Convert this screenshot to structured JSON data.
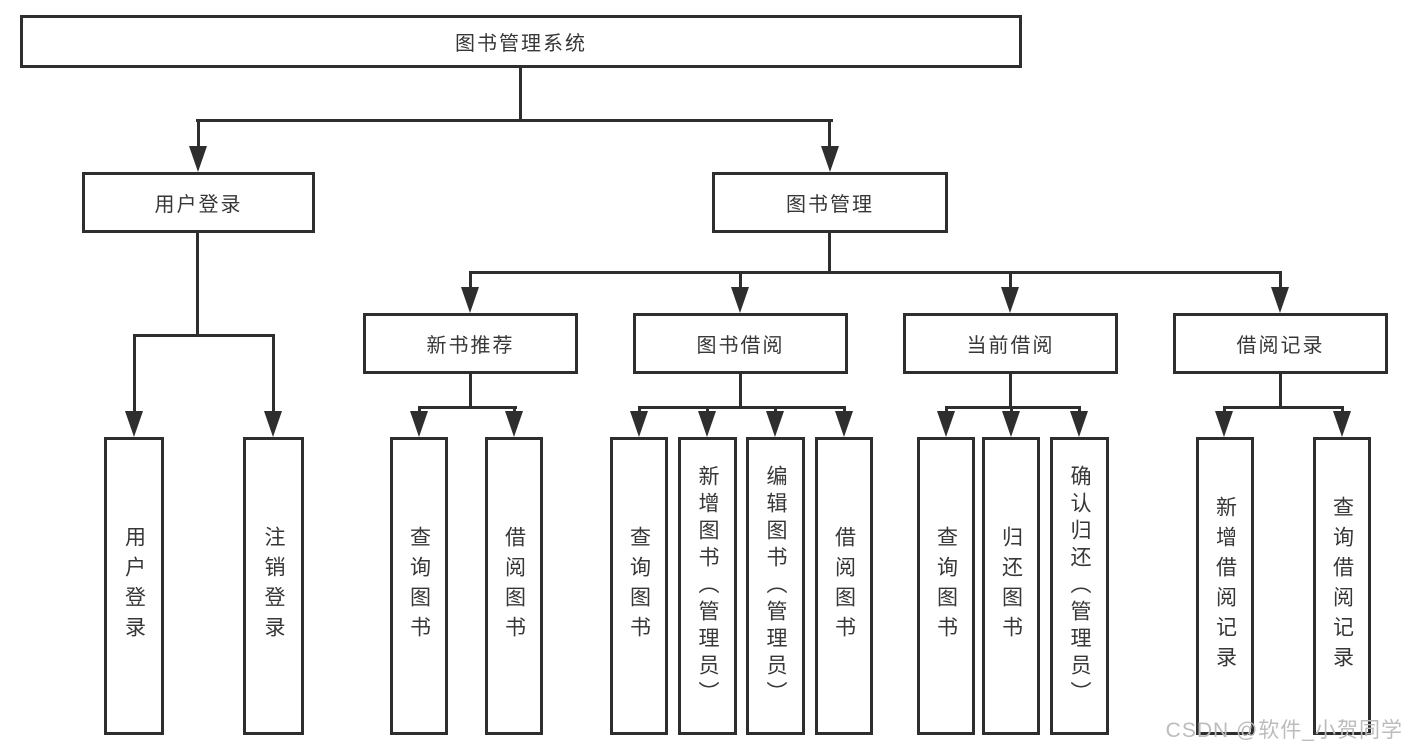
{
  "nodes": {
    "root": "图书管理系统",
    "user_login": "用户登录",
    "book_mgmt": "图书管理",
    "new_book_rec": "新书推荐",
    "book_borrow": "图书借阅",
    "current_borrow": "当前借阅",
    "borrow_records": "借阅记录"
  },
  "leaves": {
    "user_login": [
      "用户登录",
      "注销登录"
    ],
    "new_book_rec": [
      "查询图书",
      "借阅图书"
    ],
    "book_borrow": [
      "查询图书",
      "新增图书（管理员）",
      "编辑图书（管理员）",
      "借阅图书"
    ],
    "current_borrow": [
      "查询图书",
      "归还图书",
      "确认归还（管理员）"
    ],
    "borrow_records": [
      "新增借阅记录",
      "查询借阅记录"
    ]
  },
  "watermark": "CSDN @软件_小贺同学",
  "colors": {
    "line": "#2e2e2e",
    "text": "#373737",
    "background": "#ffffff",
    "watermark": "#bcbcbc"
  }
}
